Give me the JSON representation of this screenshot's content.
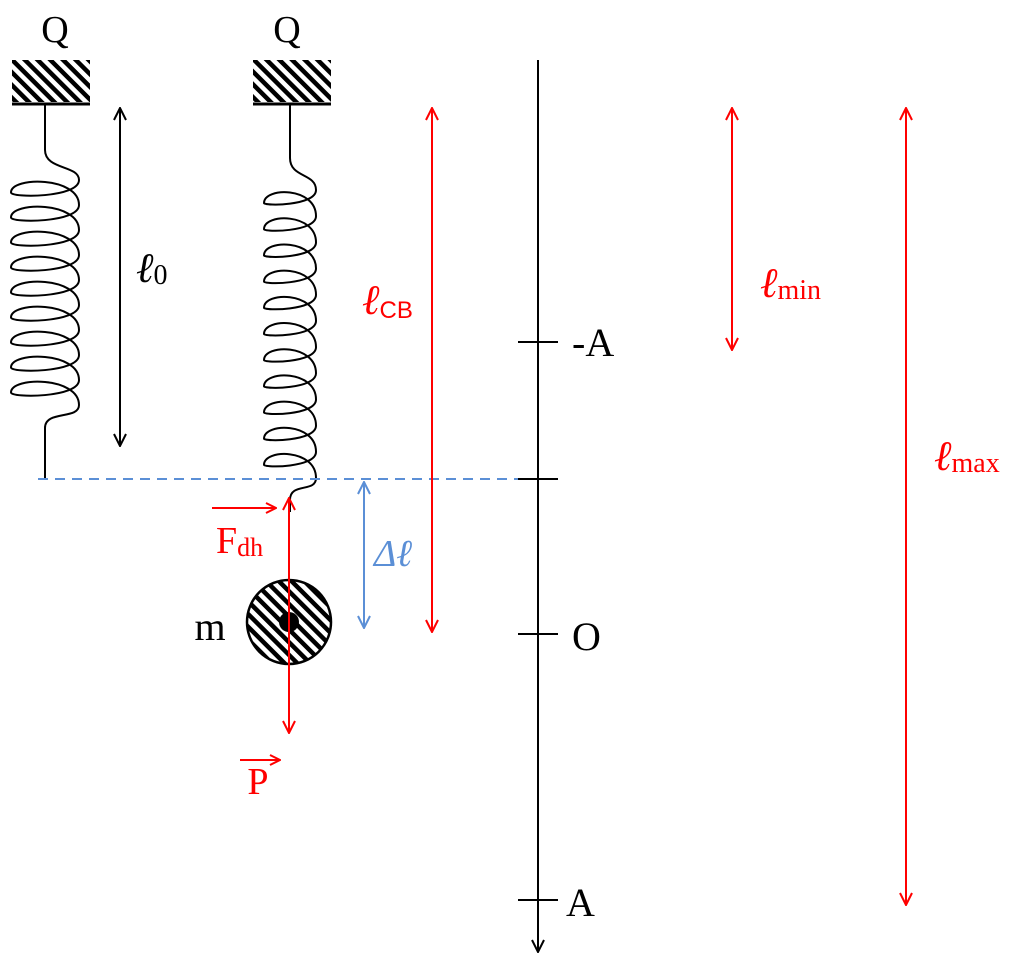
{
  "colors": {
    "black": "#000000",
    "red": "#ff0000",
    "blue": "#5b8fd6"
  },
  "labels": {
    "support_left": "Q",
    "support_right": "Q",
    "l0_symbol": "ℓ",
    "l0_sub": "0",
    "lcb_symbol": "ℓ",
    "lcb_sub": "CB",
    "lmin_symbol": "ℓ",
    "lmin_sub": "min",
    "lmax_symbol": "ℓ",
    "lmax_sub": "max",
    "delta_l": "Δℓ",
    "force_fdh_base": "F",
    "force_fdh_sub": "dh",
    "weight_p": "P",
    "mass_m": "m",
    "axis_neg_a": "-A",
    "axis_o": "O",
    "axis_a": "A"
  }
}
